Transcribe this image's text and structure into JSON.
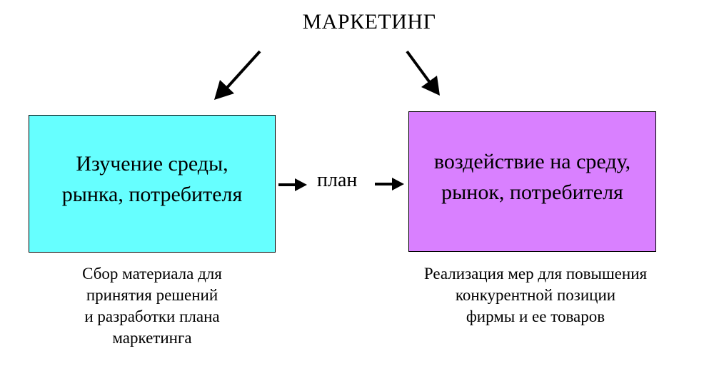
{
  "title": "МАРКЕТИНГ",
  "left_box": {
    "text": "Изучение среды,\nрынка, потребителя",
    "color": "#66ffff"
  },
  "connector_label": "план",
  "right_box": {
    "text": "воздействие на среду,\nрынок, потребителя",
    "color": "#d980ff"
  },
  "left_caption": "Сбор материала для\nпринятия решений\nи разработки плана\nмаркетинга",
  "right_caption": "Реализация мер для повышения\nконкурентной позиции\nфирмы и ее товаров"
}
